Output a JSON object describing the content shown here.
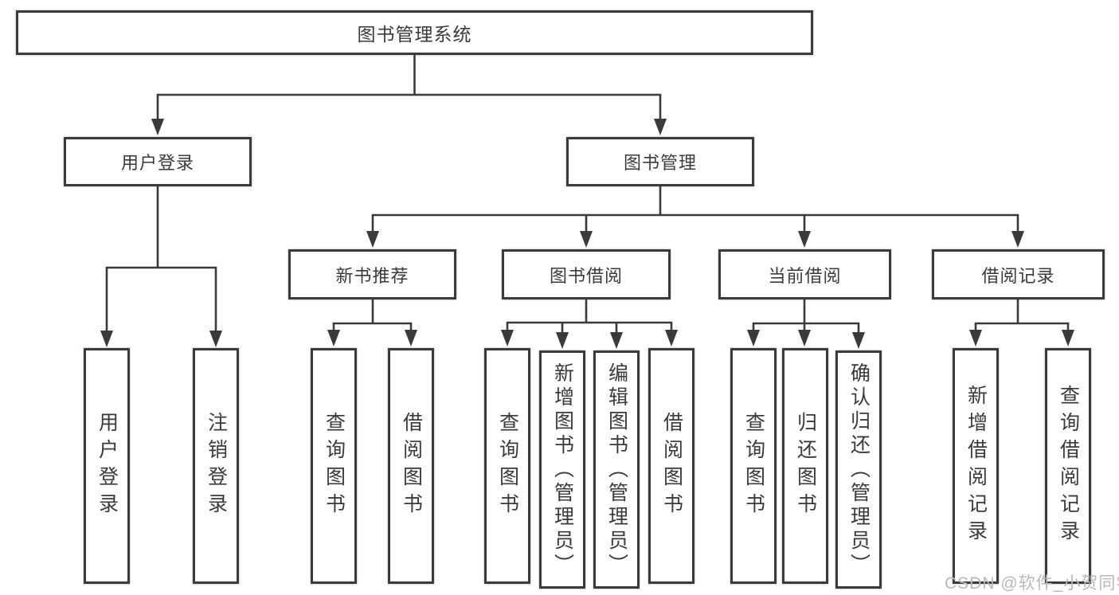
{
  "tree": {
    "root": {
      "label": "图书管理系统"
    },
    "branches": [
      {
        "label": "用户登录",
        "children": [
          {
            "label": "用户登录"
          },
          {
            "label": "注销登录"
          }
        ]
      },
      {
        "label": "图书管理",
        "groups": [
          {
            "label": "新书推荐",
            "children": [
              {
                "label": "查询图书"
              },
              {
                "label": "借阅图书"
              }
            ]
          },
          {
            "label": "图书借阅",
            "children": [
              {
                "label": "查询图书"
              },
              {
                "label": "新增图书（管理员）"
              },
              {
                "label": "编辑图书（管理员）"
              },
              {
                "label": "借阅图书"
              }
            ]
          },
          {
            "label": "当前借阅",
            "children": [
              {
                "label": "查询图书"
              },
              {
                "label": "归还图书"
              },
              {
                "label": "确认归还（管理员）"
              }
            ]
          },
          {
            "label": "借阅记录",
            "children": [
              {
                "label": "新增借阅记录"
              },
              {
                "label": "查询借阅记录"
              }
            ]
          }
        ]
      }
    ]
  },
  "colors": {
    "line": "#3a3a3a",
    "text": "#3a3a3a",
    "box_background": "#ffffff",
    "watermark": "#b9b9b9"
  },
  "watermark": {
    "text": "CSDN @软件_小贺同学"
  }
}
